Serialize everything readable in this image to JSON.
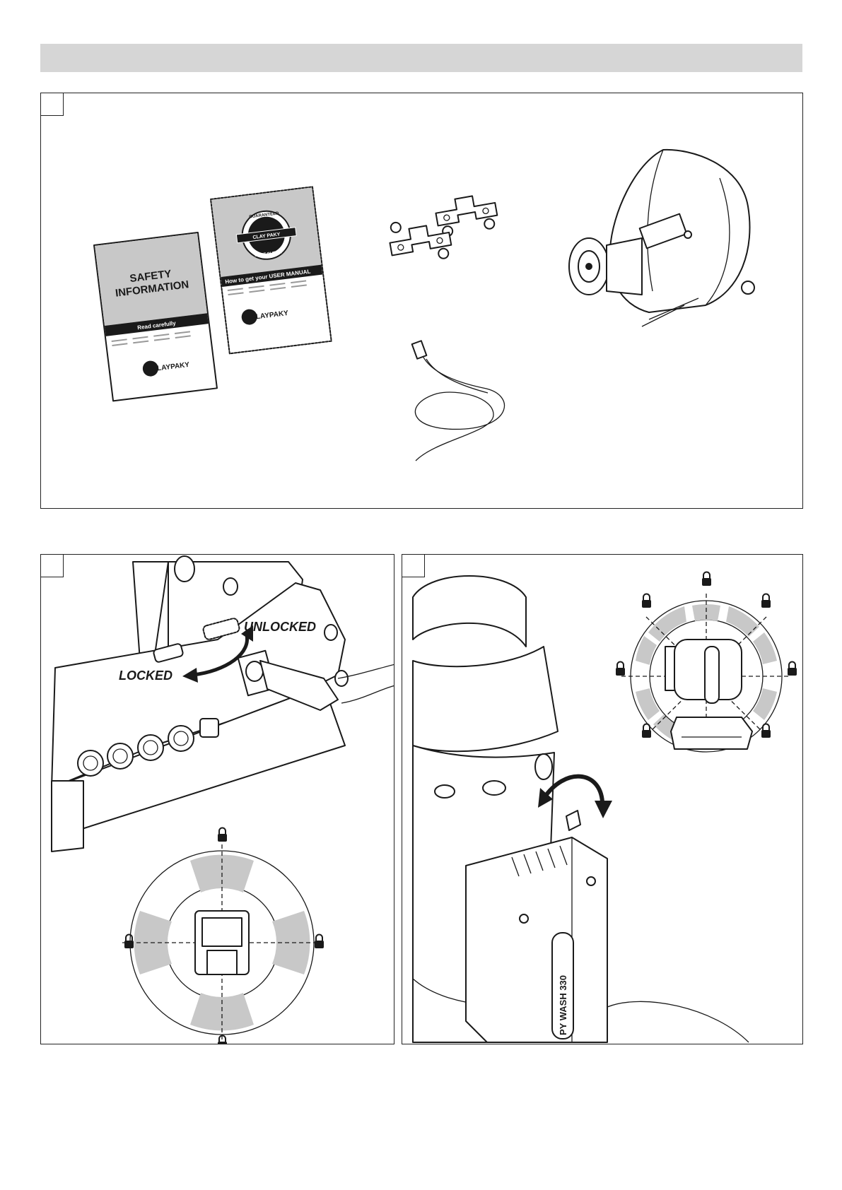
{
  "safety_booklet": {
    "title_line1": "SAFETY",
    "title_line2": "INFORMATION",
    "band_text": "Read carefully",
    "brand": "CLAYPAKY"
  },
  "manual_booklet": {
    "seal_top": "GUARANTEED",
    "seal_middle": "CLAY PAKY",
    "seal_bottom": "MADE IN ITALY",
    "band_text": "How to get your USER MANUAL",
    "brand": "CLAYPAKY"
  },
  "lock_figure": {
    "unlocked_label": "UNLOCKED",
    "locked_label": "LOCKED"
  },
  "fixture_figure": {
    "model_text": "PY WASH 330"
  },
  "colors": {
    "header_bar": "#d6d6d6",
    "lock_sector": "#c8c8c8",
    "booklet_band": "#1a1a1a"
  },
  "icons": [
    "padlock-icon",
    "curved-arrow-icon",
    "seal-icon"
  ]
}
